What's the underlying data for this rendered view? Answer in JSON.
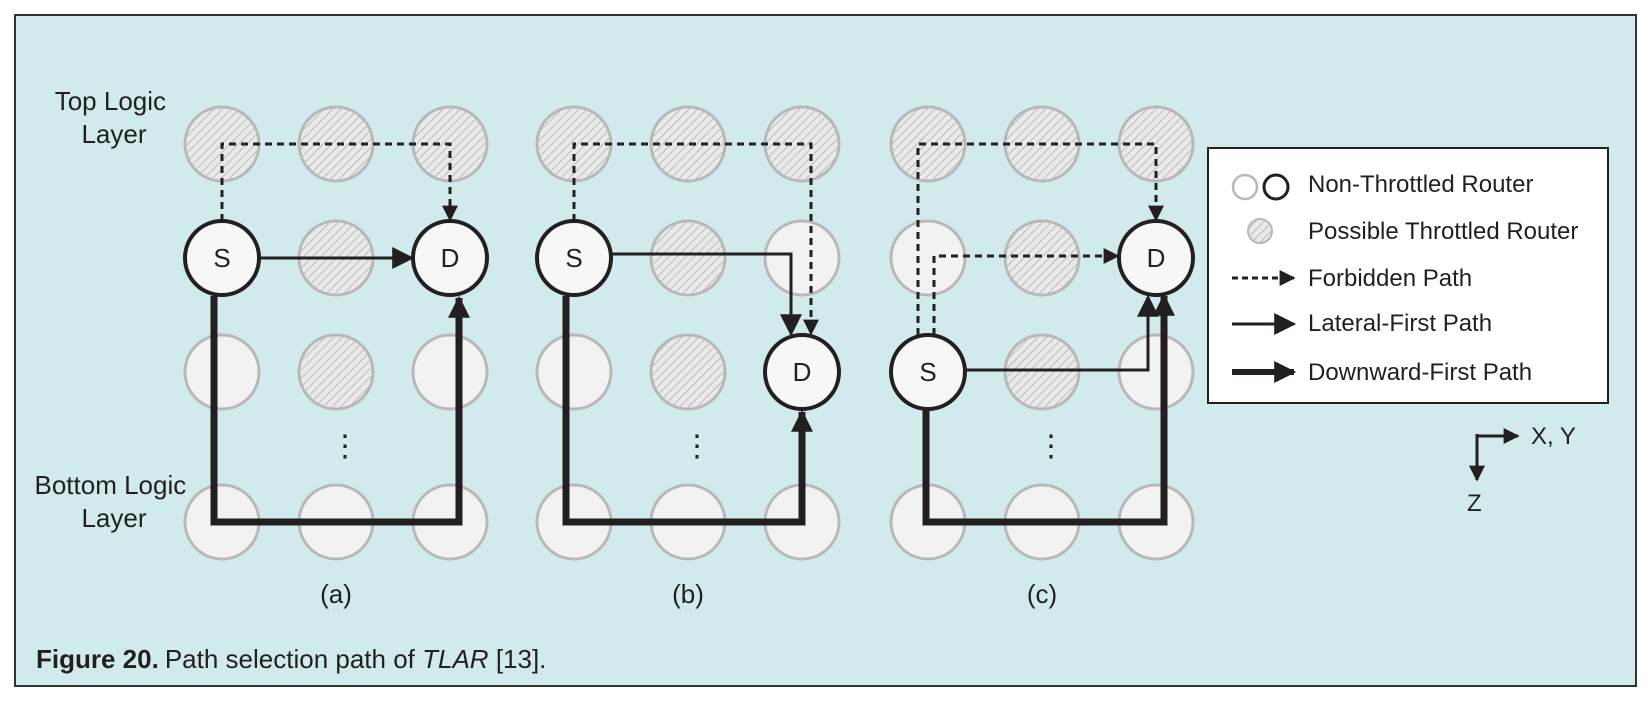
{
  "labels": {
    "top_layer": [
      "Top Logic",
      "Layer"
    ],
    "bottom_layer": [
      "Bottom Logic",
      "Layer"
    ],
    "source": "S",
    "destination": "D",
    "dots": "⋮"
  },
  "panels": [
    {
      "id": "a",
      "caption": "(a)"
    },
    {
      "id": "b",
      "caption": "(b)"
    },
    {
      "id": "c",
      "caption": "(c)"
    }
  ],
  "legend": {
    "items": [
      {
        "key": "non-throttled-router",
        "label": "Non-Throttled Router"
      },
      {
        "key": "possible-throttled-router",
        "label": "Possible Throttled Router"
      },
      {
        "key": "forbidden-path",
        "label": "Forbidden Path"
      },
      {
        "key": "lateral-first-path",
        "label": "Lateral-First Path"
      },
      {
        "key": "downward-first-path",
        "label": "Downward-First Path"
      }
    ]
  },
  "axes": {
    "xy": "X, Y",
    "z": "Z"
  },
  "caption": {
    "figure": "Figure 20.",
    "text_before": "Path selection path of ",
    "italic": "TLAR",
    "text_after": " [13]."
  },
  "colors": {
    "background": "#d1ebed",
    "router_fill": "#f2f2f2",
    "router_stroke": "#b8b8b8",
    "active_stroke": "#231f20",
    "hatch": "#b0b0b0"
  }
}
